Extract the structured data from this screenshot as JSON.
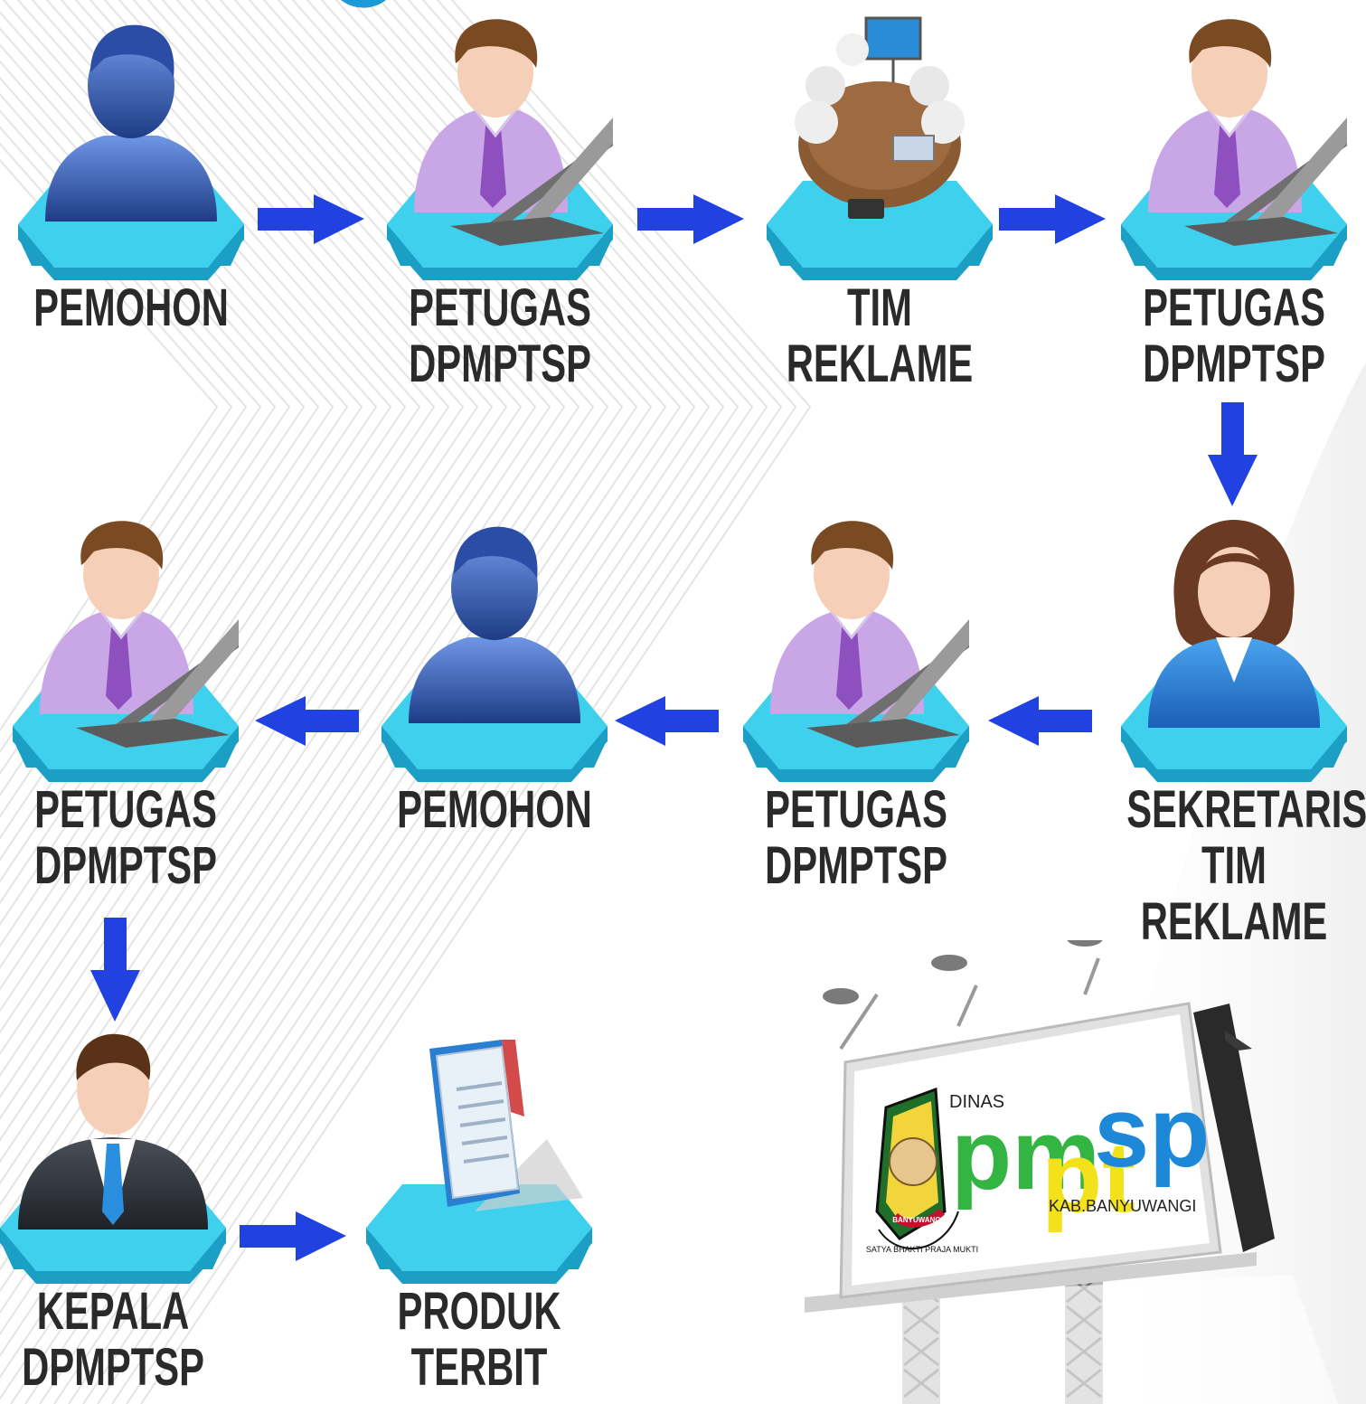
{
  "colors": {
    "platform_top": "#3fd0ee",
    "platform_side": "#1c9fc4",
    "arrow": "#2142e0",
    "label_text": "#2a2a2a",
    "shirt": "#c9a6e6",
    "tie": "#8e4fbf",
    "skin": "#f6cfb8",
    "hair": "#7a4a22",
    "laptop": "#9a9a9a",
    "silhouette": "#3c6bd0",
    "logo_green": "#34b442",
    "logo_yellow": "#f3e21b",
    "logo_blue": "#1e88d8"
  },
  "nodes": [
    {
      "id": "pemohon-1",
      "icon": "silhouette-user-icon",
      "lines": [
        "PEMOHON"
      ]
    },
    {
      "id": "petugas-1",
      "icon": "officer-laptop-icon",
      "lines": [
        "PETUGAS",
        "DPMPTSP"
      ]
    },
    {
      "id": "tim-reklame",
      "icon": "team-meeting-icon",
      "lines": [
        "TIM REKLAME"
      ]
    },
    {
      "id": "petugas-2",
      "icon": "officer-laptop-icon",
      "lines": [
        "PETUGAS",
        "DPMPTSP"
      ]
    },
    {
      "id": "sekretaris",
      "icon": "businesswoman-icon",
      "lines": [
        "SEKRETARIS",
        "TIM REKLAME"
      ]
    },
    {
      "id": "petugas-3",
      "icon": "officer-laptop-icon",
      "lines": [
        "PETUGAS",
        "DPMPTSP"
      ]
    },
    {
      "id": "pemohon-2",
      "icon": "silhouette-user-icon",
      "lines": [
        "PEMOHON"
      ]
    },
    {
      "id": "petugas-4",
      "icon": "officer-laptop-icon",
      "lines": [
        "PETUGAS",
        "DPMPTSP"
      ]
    },
    {
      "id": "kepala",
      "icon": "businessman-suit-icon",
      "lines": [
        "KEPALA",
        "DPMPTSP"
      ]
    },
    {
      "id": "produk",
      "icon": "document-icon",
      "lines": [
        "PRODUK TERBIT"
      ]
    }
  ],
  "edges": [
    {
      "from": "pemohon-1",
      "to": "petugas-1",
      "direction": "right"
    },
    {
      "from": "petugas-1",
      "to": "tim-reklame",
      "direction": "right"
    },
    {
      "from": "tim-reklame",
      "to": "petugas-2",
      "direction": "right"
    },
    {
      "from": "petugas-2",
      "to": "sekretaris",
      "direction": "down"
    },
    {
      "from": "sekretaris",
      "to": "petugas-3",
      "direction": "left"
    },
    {
      "from": "petugas-3",
      "to": "pemohon-2",
      "direction": "left"
    },
    {
      "from": "pemohon-2",
      "to": "petugas-4",
      "direction": "left"
    },
    {
      "from": "petugas-4",
      "to": "kepala",
      "direction": "down"
    },
    {
      "from": "kepala",
      "to": "produk",
      "direction": "right"
    }
  ],
  "billboard": {
    "logo_prefix": "DINAS",
    "logo_letters": [
      "pm",
      "pt",
      "sp"
    ],
    "logo_region": "KAB.BANYUWANGI",
    "seal_ring_text": "SATYA BHAKTI PRAJA MUKTI",
    "seal_banner": "BANYUWANGI"
  }
}
